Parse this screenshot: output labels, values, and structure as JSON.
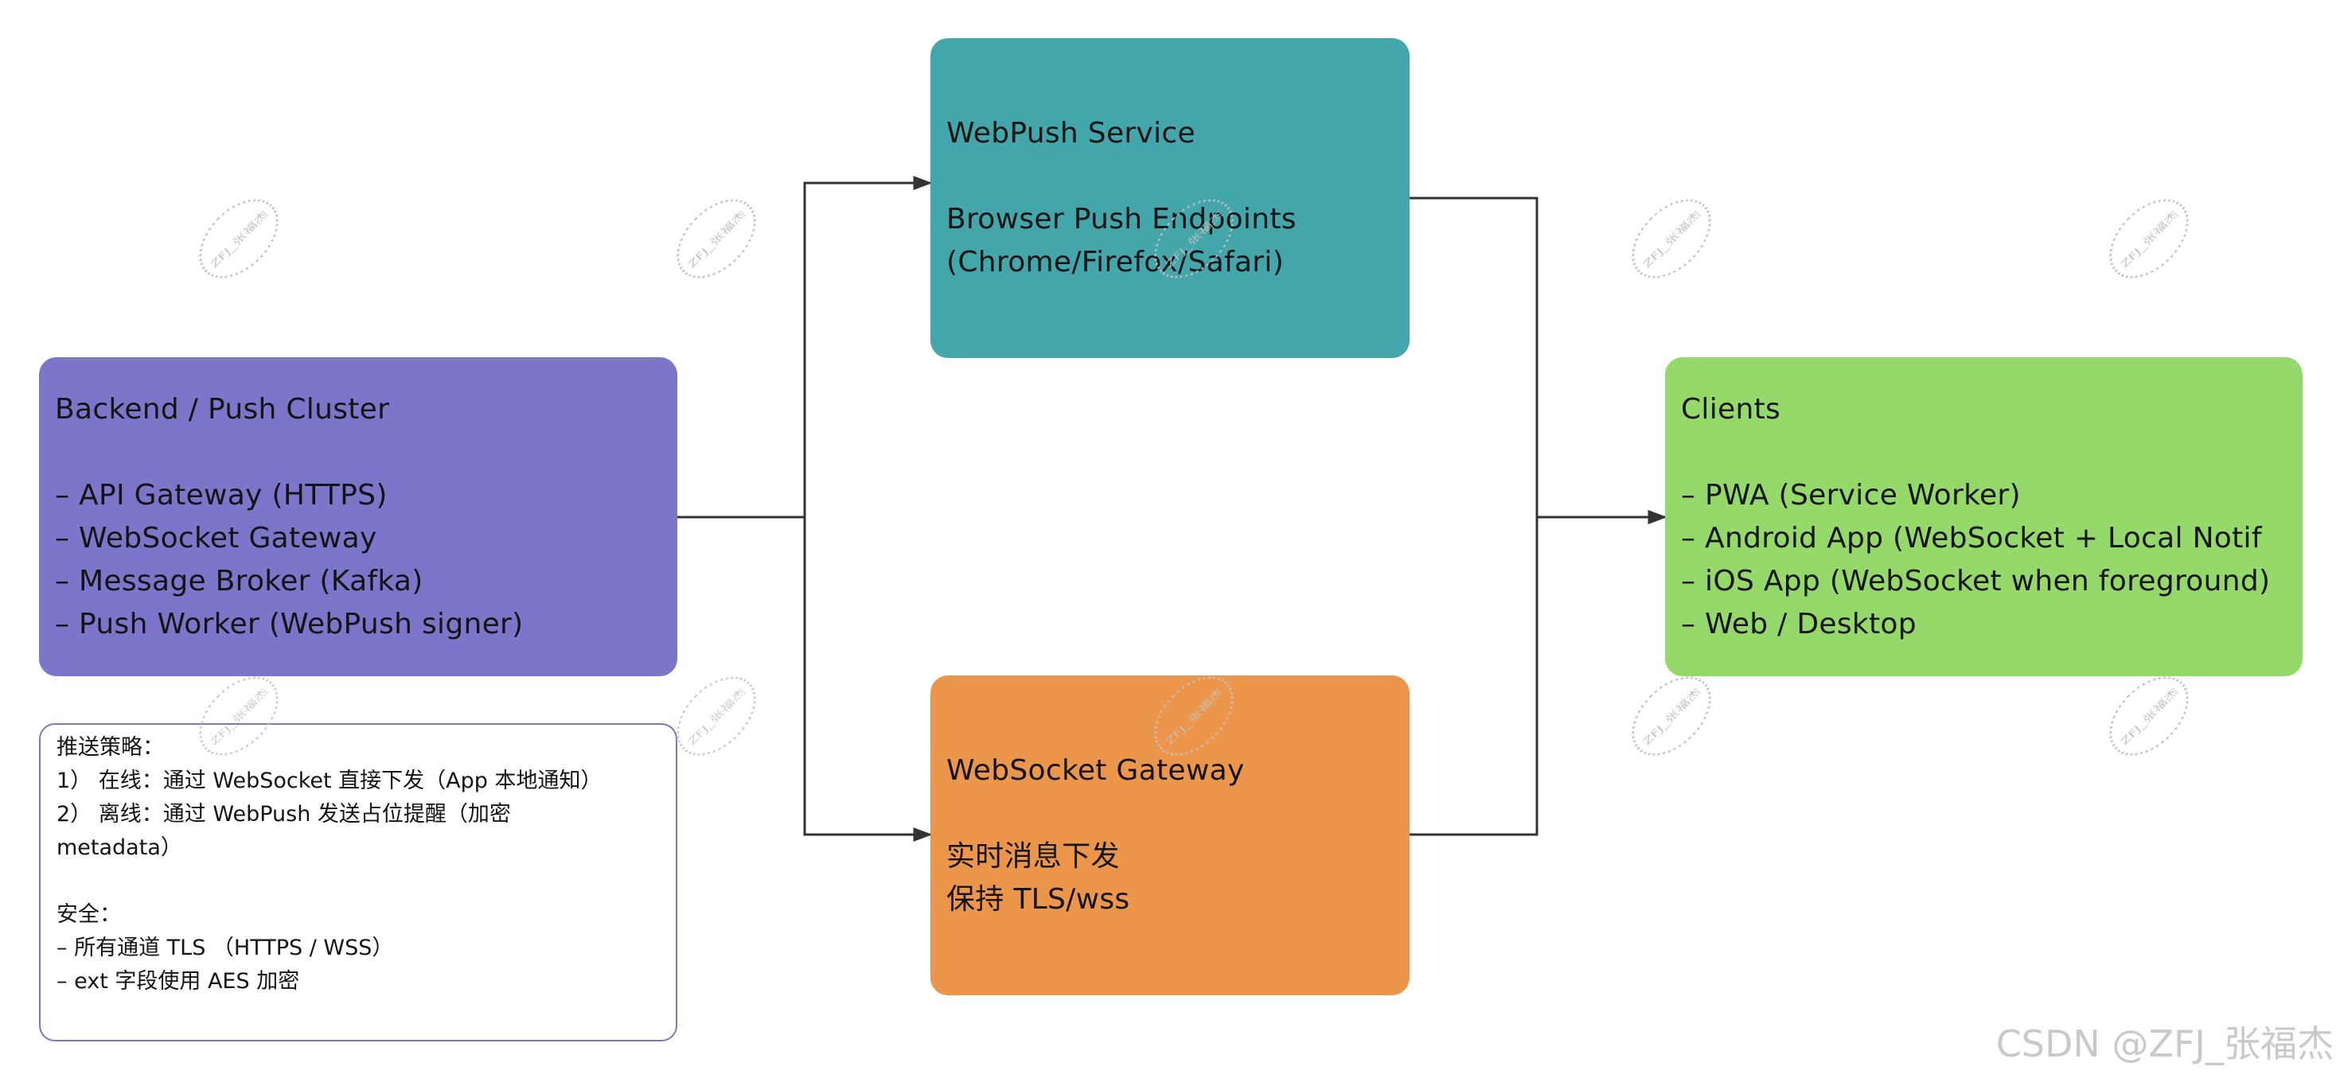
{
  "nodes": {
    "backend": {
      "title": "Backend / Push Cluster",
      "items": [
        "– API Gateway (HTTPS)",
        "– WebSocket Gateway",
        "– Message Broker (Kafka)",
        "– Push Worker (WebPush signer)"
      ],
      "color": "#7c76cb"
    },
    "webpush": {
      "title": "WebPush Service",
      "lines": [
        "Browser Push Endpoints",
        "(Chrome/Firefox/Safari)"
      ],
      "color": "#43a6aa"
    },
    "websocket_gateway": {
      "title": "WebSocket Gateway",
      "lines": [
        "实时消息下发",
        "保持 TLS/wss"
      ],
      "color": "#ec964c"
    },
    "clients": {
      "title": "Clients",
      "items": [
        "– PWA (Service Worker)",
        "– Android App (WebSocket + Local Notif",
        "– iOS App (WebSocket when foreground)",
        "– Web / Desktop"
      ],
      "color": "#95d96a"
    }
  },
  "note": {
    "strategy_title": "推送策略：",
    "strategy_lines": [
      "1） 在线：通过 WebSocket 直接下发（App 本地通知）",
      "2） 离线：通过 WebPush 发送占位提醒（加密",
      "metadata）"
    ],
    "security_title": "安全：",
    "security_lines": [
      "– 所有通道 TLS （HTTPS / WSS）",
      "– ext 字段使用 AES 加密"
    ],
    "border_color": "#7c76cb"
  },
  "edges": [
    {
      "from": "backend",
      "to": "webpush"
    },
    {
      "from": "backend",
      "to": "websocket_gateway"
    },
    {
      "from": "webpush",
      "to": "clients"
    },
    {
      "from": "websocket_gateway",
      "to": "clients"
    }
  ],
  "watermark": {
    "text": "ZFJ_张福杰",
    "footer": "CSDN @ZFJ_张福杰"
  }
}
